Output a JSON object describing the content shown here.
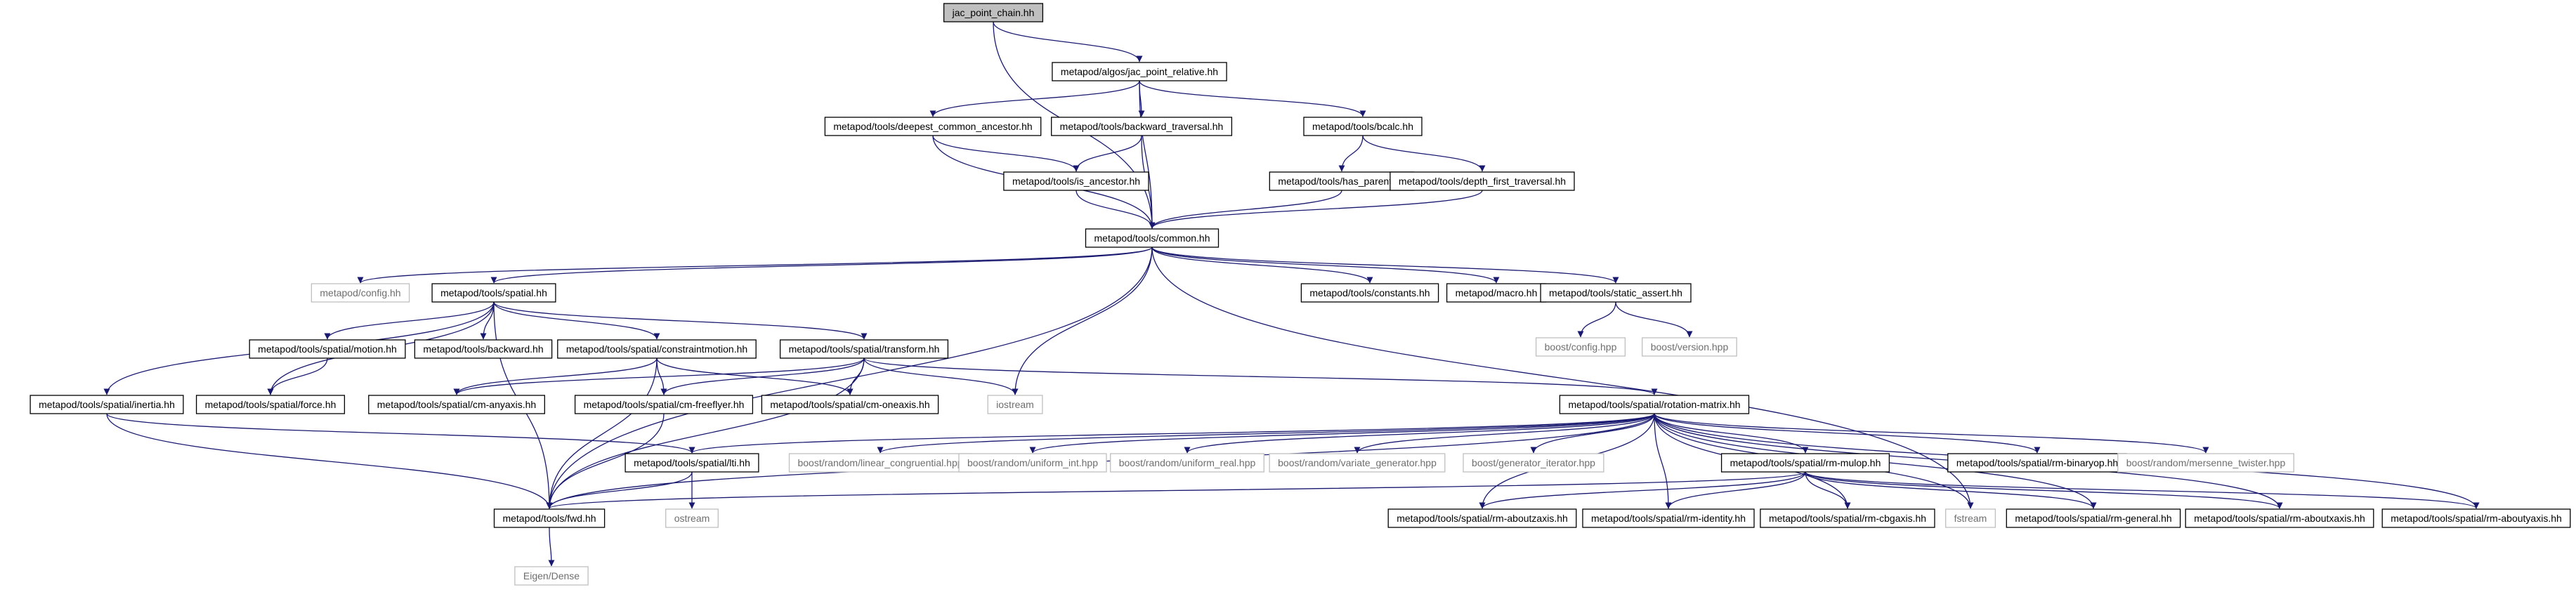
{
  "diagram": {
    "colors": {
      "edge": "#191970",
      "node_border": "#000000",
      "external_border": "#bfbfbf",
      "external_text": "#6e6e6e",
      "root_fill": "#bfbfbf",
      "node_fill": "#ffffff"
    },
    "nodes": [
      {
        "id": "root",
        "label": "jac_point_chain.hh",
        "kind": "root"
      },
      {
        "id": "jpr",
        "label": "metapod/algos/jac_point_relative.hh",
        "kind": "normal"
      },
      {
        "id": "dca",
        "label": "metapod/tools/deepest_common_ancestor.hh",
        "kind": "normal"
      },
      {
        "id": "bt",
        "label": "metapod/tools/backward_traversal.hh",
        "kind": "normal"
      },
      {
        "id": "bcalc",
        "label": "metapod/tools/bcalc.hh",
        "kind": "normal"
      },
      {
        "id": "isanc",
        "label": "metapod/tools/is_ancestor.hh",
        "kind": "normal"
      },
      {
        "id": "hasp",
        "label": "metapod/tools/has_parent.hh",
        "kind": "normal"
      },
      {
        "id": "dft",
        "label": "metapod/tools/depth_first_traversal.hh",
        "kind": "normal"
      },
      {
        "id": "common",
        "label": "metapod/tools/common.hh",
        "kind": "normal"
      },
      {
        "id": "config",
        "label": "metapod/config.hh",
        "kind": "external"
      },
      {
        "id": "spatial",
        "label": "metapod/tools/spatial.hh",
        "kind": "normal"
      },
      {
        "id": "constants",
        "label": "metapod/tools/constants.hh",
        "kind": "normal"
      },
      {
        "id": "macro",
        "label": "metapod/macro.hh",
        "kind": "normal"
      },
      {
        "id": "sassert",
        "label": "metapod/tools/static_assert.hh",
        "kind": "normal"
      },
      {
        "id": "bconfig",
        "label": "boost/config.hpp",
        "kind": "external"
      },
      {
        "id": "bversion",
        "label": "boost/version.hpp",
        "kind": "external"
      },
      {
        "id": "motion",
        "label": "metapod/tools/spatial/motion.hh",
        "kind": "normal"
      },
      {
        "id": "backward",
        "label": "metapod/tools/backward.hh",
        "kind": "normal"
      },
      {
        "id": "cmotion",
        "label": "metapod/tools/spatial/constraintmotion.hh",
        "kind": "normal"
      },
      {
        "id": "transform",
        "label": "metapod/tools/spatial/transform.hh",
        "kind": "normal"
      },
      {
        "id": "inertia",
        "label": "metapod/tools/spatial/inertia.hh",
        "kind": "normal"
      },
      {
        "id": "force",
        "label": "metapod/tools/spatial/force.hh",
        "kind": "normal"
      },
      {
        "id": "anyaxis",
        "label": "metapod/tools/spatial/cm-anyaxis.hh",
        "kind": "normal"
      },
      {
        "id": "freeflyer",
        "label": "metapod/tools/spatial/cm-freeflyer.hh",
        "kind": "normal"
      },
      {
        "id": "oneaxis",
        "label": "metapod/tools/spatial/cm-oneaxis.hh",
        "kind": "normal"
      },
      {
        "id": "iostream",
        "label": "iostream",
        "kind": "external"
      },
      {
        "id": "rotmat",
        "label": "metapod/tools/spatial/rotation-matrix.hh",
        "kind": "normal"
      },
      {
        "id": "lti",
        "label": "metapod/tools/spatial/lti.hh",
        "kind": "normal"
      },
      {
        "id": "blc",
        "label": "boost/random/linear_congruential.hpp",
        "kind": "external"
      },
      {
        "id": "bui",
        "label": "boost/random/uniform_int.hpp",
        "kind": "external"
      },
      {
        "id": "bur",
        "label": "boost/random/uniform_real.hpp",
        "kind": "external"
      },
      {
        "id": "bvg",
        "label": "boost/random/variate_generator.hpp",
        "kind": "external"
      },
      {
        "id": "bgi",
        "label": "boost/generator_iterator.hpp",
        "kind": "external"
      },
      {
        "id": "mulop",
        "label": "metapod/tools/spatial/rm-mulop.hh",
        "kind": "normal"
      },
      {
        "id": "binaryop",
        "label": "metapod/tools/spatial/rm-binaryop.hh",
        "kind": "normal"
      },
      {
        "id": "bmt",
        "label": "boost/random/mersenne_twister.hpp",
        "kind": "external"
      },
      {
        "id": "fwd",
        "label": "metapod/tools/fwd.hh",
        "kind": "normal"
      },
      {
        "id": "ostream",
        "label": "ostream",
        "kind": "external"
      },
      {
        "id": "fstream",
        "label": "fstream",
        "kind": "external"
      },
      {
        "id": "aboutz",
        "label": "metapod/tools/spatial/rm-aboutzaxis.hh",
        "kind": "normal"
      },
      {
        "id": "identity",
        "label": "metapod/tools/spatial/rm-identity.hh",
        "kind": "normal"
      },
      {
        "id": "cbgaxis",
        "label": "metapod/tools/spatial/rm-cbgaxis.hh",
        "kind": "normal"
      },
      {
        "id": "general",
        "label": "metapod/tools/spatial/rm-general.hh",
        "kind": "normal"
      },
      {
        "id": "aboutx",
        "label": "metapod/tools/spatial/rm-aboutxaxis.hh",
        "kind": "normal"
      },
      {
        "id": "abouty",
        "label": "metapod/tools/spatial/rm-aboutyaxis.hh",
        "kind": "normal"
      },
      {
        "id": "eigen",
        "label": "Eigen/Dense",
        "kind": "external"
      }
    ],
    "edges": [
      [
        "root",
        "jpr"
      ],
      [
        "root",
        "common"
      ],
      [
        "jpr",
        "dca"
      ],
      [
        "jpr",
        "bt"
      ],
      [
        "jpr",
        "bcalc"
      ],
      [
        "jpr",
        "common"
      ],
      [
        "dca",
        "isanc"
      ],
      [
        "dca",
        "common"
      ],
      [
        "bt",
        "isanc"
      ],
      [
        "bt",
        "common"
      ],
      [
        "bcalc",
        "hasp"
      ],
      [
        "bcalc",
        "dft"
      ],
      [
        "isanc",
        "common"
      ],
      [
        "hasp",
        "common"
      ],
      [
        "dft",
        "common"
      ],
      [
        "common",
        "config"
      ],
      [
        "common",
        "spatial"
      ],
      [
        "common",
        "constants"
      ],
      [
        "common",
        "macro"
      ],
      [
        "common",
        "sassert"
      ],
      [
        "common",
        "iostream"
      ],
      [
        "common",
        "fwd"
      ],
      [
        "common",
        "fstream"
      ],
      [
        "sassert",
        "bconfig"
      ],
      [
        "sassert",
        "bversion"
      ],
      [
        "spatial",
        "motion"
      ],
      [
        "spatial",
        "backward"
      ],
      [
        "spatial",
        "cmotion"
      ],
      [
        "spatial",
        "transform"
      ],
      [
        "spatial",
        "inertia"
      ],
      [
        "spatial",
        "force"
      ],
      [
        "spatial",
        "fwd"
      ],
      [
        "motion",
        "force"
      ],
      [
        "cmotion",
        "anyaxis"
      ],
      [
        "cmotion",
        "freeflyer"
      ],
      [
        "cmotion",
        "oneaxis"
      ],
      [
        "cmotion",
        "fwd"
      ],
      [
        "transform",
        "anyaxis"
      ],
      [
        "transform",
        "freeflyer"
      ],
      [
        "transform",
        "oneaxis"
      ],
      [
        "transform",
        "iostream"
      ],
      [
        "transform",
        "rotmat"
      ],
      [
        "transform",
        "fwd"
      ],
      [
        "inertia",
        "lti"
      ],
      [
        "inertia",
        "fwd"
      ],
      [
        "freeflyer",
        "fwd"
      ],
      [
        "rotmat",
        "lti"
      ],
      [
        "rotmat",
        "blc"
      ],
      [
        "rotmat",
        "bui"
      ],
      [
        "rotmat",
        "bur"
      ],
      [
        "rotmat",
        "bvg"
      ],
      [
        "rotmat",
        "bgi"
      ],
      [
        "rotmat",
        "mulop"
      ],
      [
        "rotmat",
        "binaryop"
      ],
      [
        "rotmat",
        "bmt"
      ],
      [
        "rotmat",
        "fwd"
      ],
      [
        "rotmat",
        "aboutz"
      ],
      [
        "rotmat",
        "identity"
      ],
      [
        "rotmat",
        "cbgaxis"
      ],
      [
        "rotmat",
        "general"
      ],
      [
        "rotmat",
        "aboutx"
      ],
      [
        "rotmat",
        "abouty"
      ],
      [
        "rotmat",
        "fstream"
      ],
      [
        "lti",
        "fwd"
      ],
      [
        "lti",
        "ostream"
      ],
      [
        "mulop",
        "aboutz"
      ],
      [
        "mulop",
        "identity"
      ],
      [
        "mulop",
        "cbgaxis"
      ],
      [
        "mulop",
        "general"
      ],
      [
        "mulop",
        "aboutx"
      ],
      [
        "mulop",
        "abouty"
      ],
      [
        "mulop",
        "fwd"
      ],
      [
        "fwd",
        "eigen"
      ]
    ]
  }
}
